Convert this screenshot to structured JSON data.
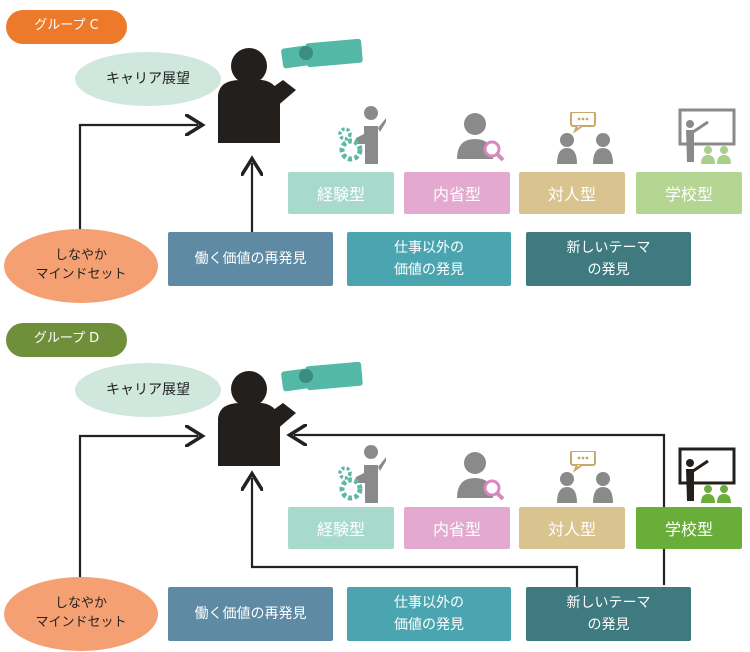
{
  "colors": {
    "group_c": "#ec7a2a",
    "group_d": "#6f8f3a",
    "ellipse_career": "#cfe7dc",
    "ellipse_flex": "#f5a073",
    "box_blue": "#5f8aa4",
    "box_teal": "#4aa5b0",
    "box_dark_teal": "#3f7a80",
    "exp_type": "#a7d9cd",
    "reflect_type": "#e3a9cf",
    "person_type": "#d9c48f",
    "school_type_light": "#b5d592",
    "school_type_active": "#6aae3a",
    "arrow": "#222222"
  },
  "group_c": {
    "label": "グループ C",
    "career": "キャリア展望",
    "flexible": "しなやか\nマインドセット",
    "values": [
      "働く価値の再発見",
      "仕事以外の\n価値の発見",
      "新しいテーマ\nの発見"
    ],
    "types": [
      "経験型",
      "内省型",
      "対人型",
      "学校型"
    ],
    "icons": [
      "presenter-gear-icon",
      "person-search-icon",
      "people-chat-icon",
      "classroom-icon"
    ]
  },
  "group_d": {
    "label": "グループ D",
    "career": "キャリア展望",
    "flexible": "しなやか\nマインドセット",
    "values": [
      "働く価値の再発見",
      "仕事以外の\n価値の発見",
      "新しいテーマ\nの発見"
    ],
    "types": [
      "経験型",
      "内省型",
      "対人型",
      "学校型"
    ],
    "icons": [
      "presenter-gear-icon",
      "person-search-icon",
      "people-chat-icon",
      "classroom-icon"
    ]
  }
}
